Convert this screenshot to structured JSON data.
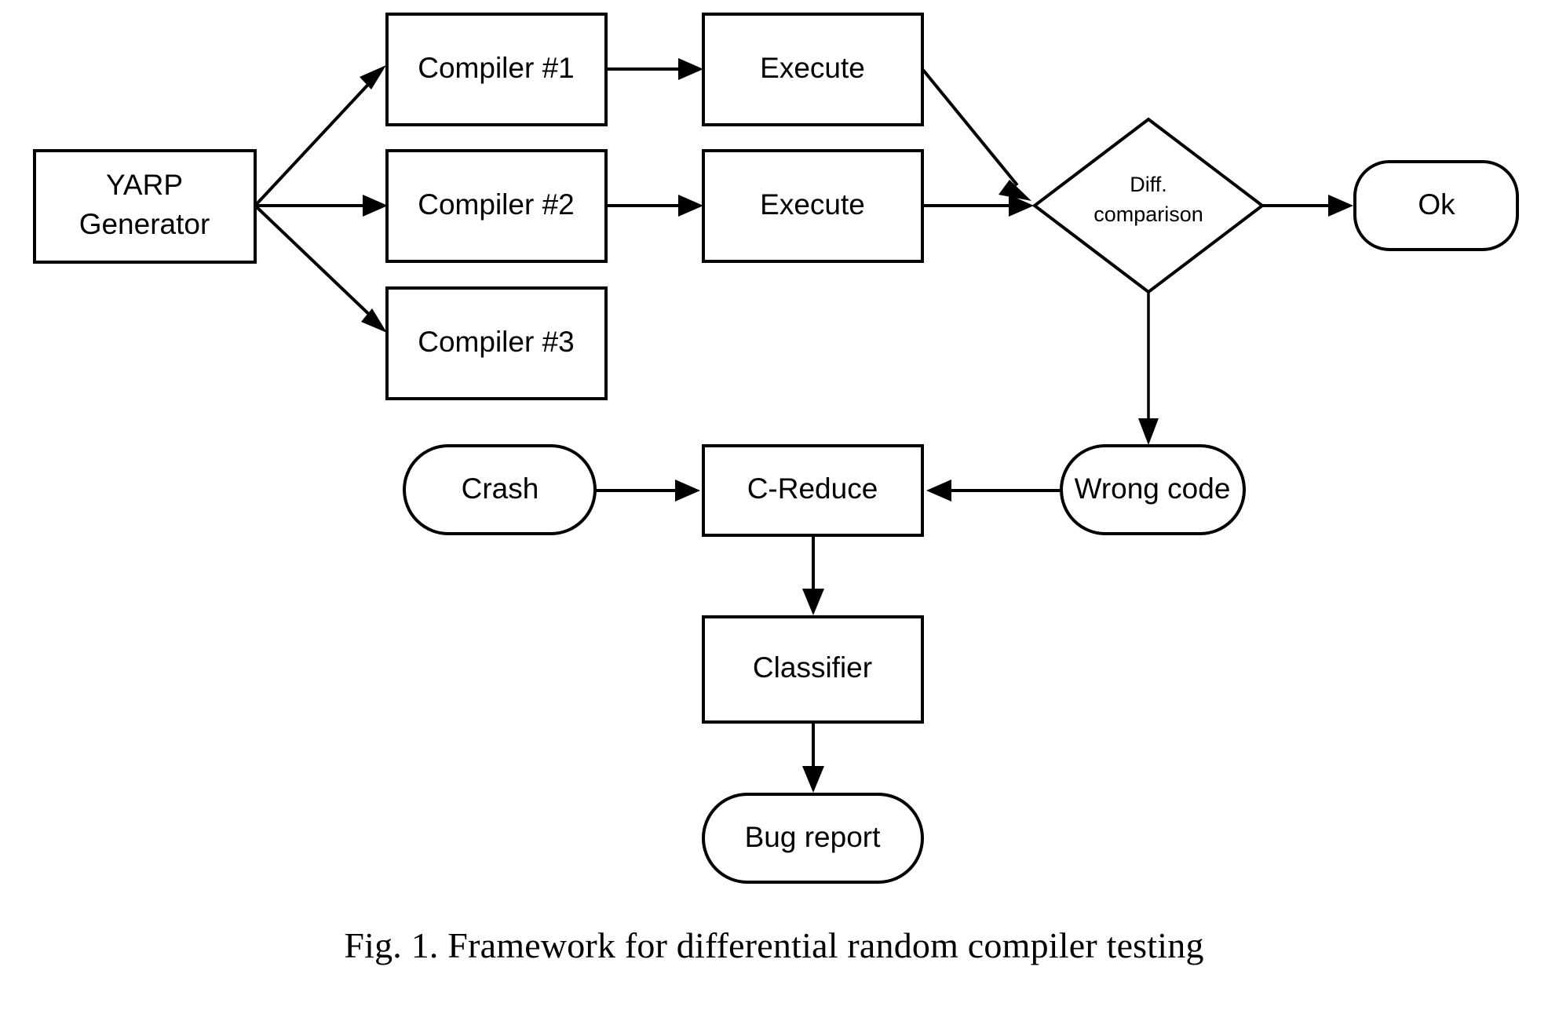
{
  "figure": {
    "caption": "Fig. 1.  Framework for differential random compiler testing",
    "background_color": "#ffffff",
    "line_color": "#000000",
    "text_color": "#000000"
  },
  "nodes": {
    "generator": {
      "label_line1": "YARP",
      "label_line2": "Generator",
      "shape": "rectangle"
    },
    "compiler1": {
      "label": "Compiler #1",
      "shape": "rectangle"
    },
    "compiler2": {
      "label": "Compiler #2",
      "shape": "rectangle"
    },
    "compiler3": {
      "label": "Compiler #3",
      "shape": "rectangle"
    },
    "execute1": {
      "label": "Execute",
      "shape": "rectangle"
    },
    "execute2": {
      "label": "Execute",
      "shape": "rectangle"
    },
    "diff": {
      "label_line1": "Diff.",
      "label_line2": "comparison",
      "shape": "diamond"
    },
    "ok": {
      "label": "Ok",
      "shape": "rounded-rectangle"
    },
    "wrong_code": {
      "label": "Wrong code",
      "shape": "stadium"
    },
    "crash": {
      "label": "Crash",
      "shape": "stadium"
    },
    "creduce": {
      "label": "C-Reduce",
      "shape": "rectangle"
    },
    "classifier": {
      "label": "Classifier",
      "shape": "rectangle"
    },
    "bug_report": {
      "label": "Bug report",
      "shape": "stadium"
    }
  },
  "edges": [
    {
      "from": "generator",
      "to": "compiler1"
    },
    {
      "from": "generator",
      "to": "compiler2"
    },
    {
      "from": "generator",
      "to": "compiler3"
    },
    {
      "from": "compiler1",
      "to": "execute1"
    },
    {
      "from": "compiler2",
      "to": "execute2"
    },
    {
      "from": "execute1",
      "to": "diff"
    },
    {
      "from": "execute2",
      "to": "diff"
    },
    {
      "from": "diff",
      "to": "ok"
    },
    {
      "from": "diff",
      "to": "wrong_code"
    },
    {
      "from": "compiler3",
      "to": "crash"
    },
    {
      "from": "crash",
      "to": "creduce"
    },
    {
      "from": "wrong_code",
      "to": "creduce"
    },
    {
      "from": "creduce",
      "to": "classifier"
    },
    {
      "from": "classifier",
      "to": "bug_report"
    }
  ]
}
